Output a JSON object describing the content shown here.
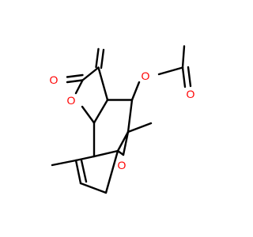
{
  "atoms": {
    "ring_o_lactone": "O",
    "carbonyl_o_lactone": "O",
    "ester_o": "O",
    "carbonyl_o_acetate": "O",
    "epoxide_o": "O"
  },
  "colors": {
    "bond": "#000000",
    "oxygen": "#ff0000",
    "background": "#ffffff"
  }
}
